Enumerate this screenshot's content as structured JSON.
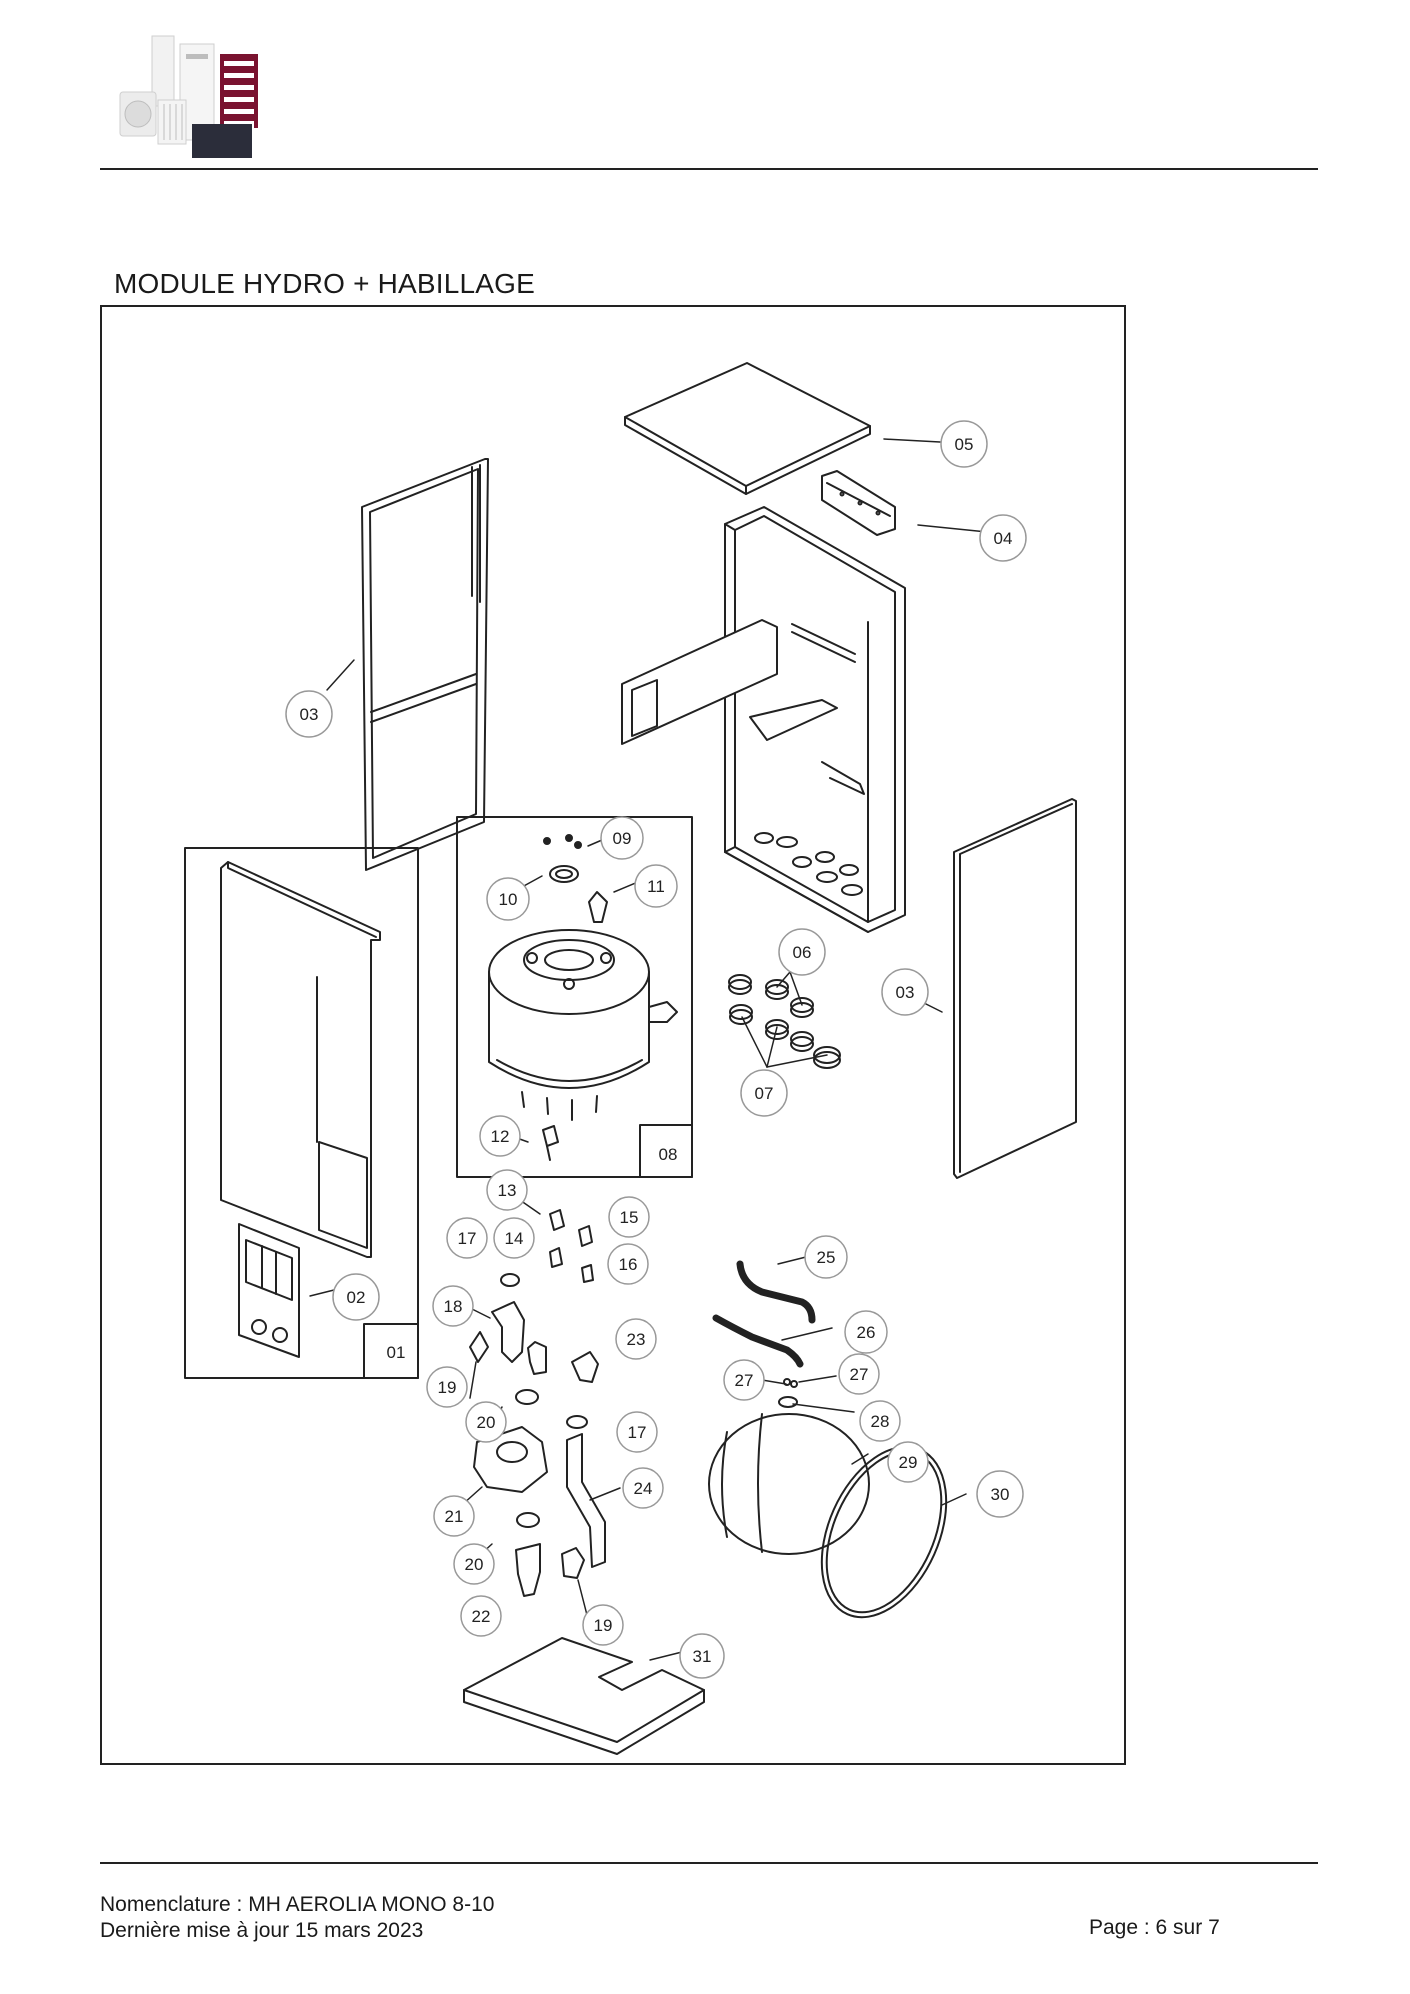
{
  "header": {
    "logo_icon": "product-range-logo"
  },
  "section": {
    "title": "MODULE HYDRO + HABILLAGE"
  },
  "diagram": {
    "callouts": [
      "05",
      "04",
      "03",
      "09",
      "11",
      "10",
      "06",
      "03",
      "07",
      "12",
      "08",
      "13",
      "15",
      "17",
      "14",
      "16",
      "25",
      "02",
      "18",
      "26",
      "23",
      "01",
      "27",
      "27",
      "19",
      "28",
      "20",
      "17",
      "29",
      "30",
      "24",
      "21",
      "20",
      "22",
      "19",
      "31"
    ]
  },
  "footer": {
    "nomenclature": "Nomenclature : MH AEROLIA MONO 8-10",
    "update": "Dernière mise à jour 15 mars 2023",
    "page": "Page : 6 sur 7"
  },
  "colors": {
    "line": "#222222",
    "accent": "#7a1330"
  }
}
